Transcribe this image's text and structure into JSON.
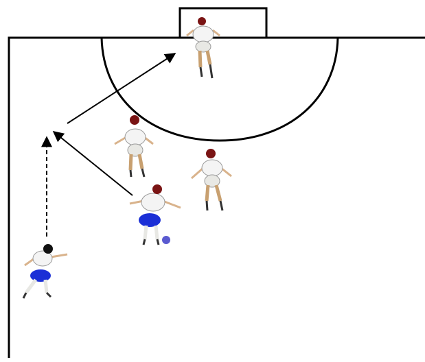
{
  "colors": {
    "line": "#000000",
    "background": "#ffffff",
    "head_dark_red": "#7a1414",
    "head_black": "#111111",
    "shirt": "#f4f4f4",
    "shirt_outline": "#9a9a9a",
    "shorts_white": "#e8e8e4",
    "shorts_blue": "#1b2fd6",
    "socks_tan": "#c8a070",
    "ball": "#5a5ad0",
    "skin": "#d9b38c"
  },
  "players": [
    {
      "role": "goalkeeper",
      "shorts": "white"
    },
    {
      "role": "defender",
      "shorts": "white"
    },
    {
      "role": "defender",
      "shorts": "white"
    },
    {
      "role": "attacker-with-ball",
      "shorts": "blue",
      "has_ball": true
    },
    {
      "role": "attacker-wing",
      "shorts": "blue"
    }
  ],
  "arrows": [
    {
      "style": "solid",
      "meaning": "pass"
    },
    {
      "style": "solid",
      "meaning": "pass-to-goal-area"
    },
    {
      "style": "dashed",
      "meaning": "run"
    }
  ]
}
